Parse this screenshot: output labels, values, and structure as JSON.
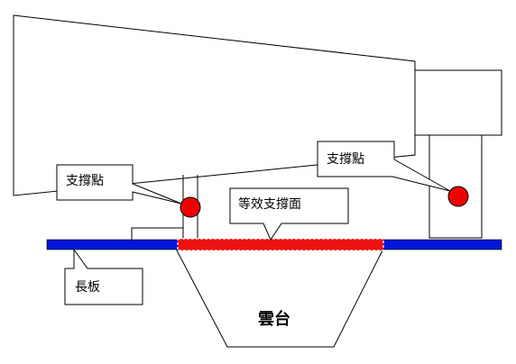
{
  "labels": {
    "support_point_left": "支撐點",
    "support_point_right": "支撐點",
    "equivalent_support_surface": "等效支撐面",
    "long_plate": "長板",
    "pan_tilt": "雲台"
  },
  "colors": {
    "long_plate": "#0015d6",
    "support_surface": "#ee1111",
    "support_point": "#ee0000",
    "line": "#000000",
    "background": "#ffffff"
  }
}
